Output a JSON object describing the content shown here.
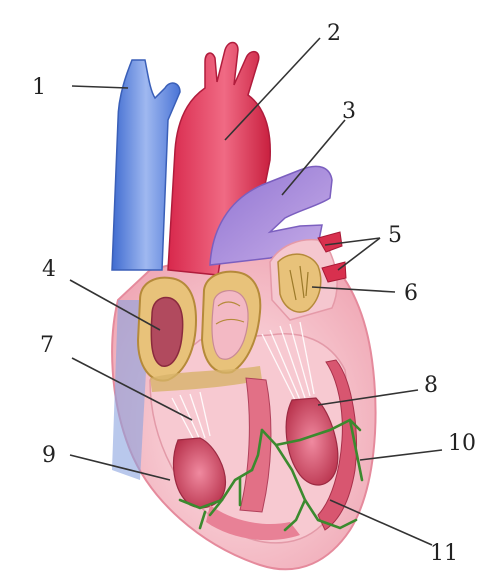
{
  "labels": {
    "n1": "1",
    "n2": "2",
    "n3": "3",
    "n4": "4",
    "n5": "5",
    "n6": "6",
    "n7": "7",
    "n8": "8",
    "n9": "9",
    "n10": "10",
    "n11": "11"
  },
  "colors": {
    "vena_cava": "#5a7fd6",
    "aorta": "#e0405e",
    "pulmonary_artery": "#9a7fd0",
    "heart_wall": "#f2b7c0",
    "valve": "#e8c27a",
    "muscle": "#c9475e",
    "conduction": "#3b8a2e"
  }
}
